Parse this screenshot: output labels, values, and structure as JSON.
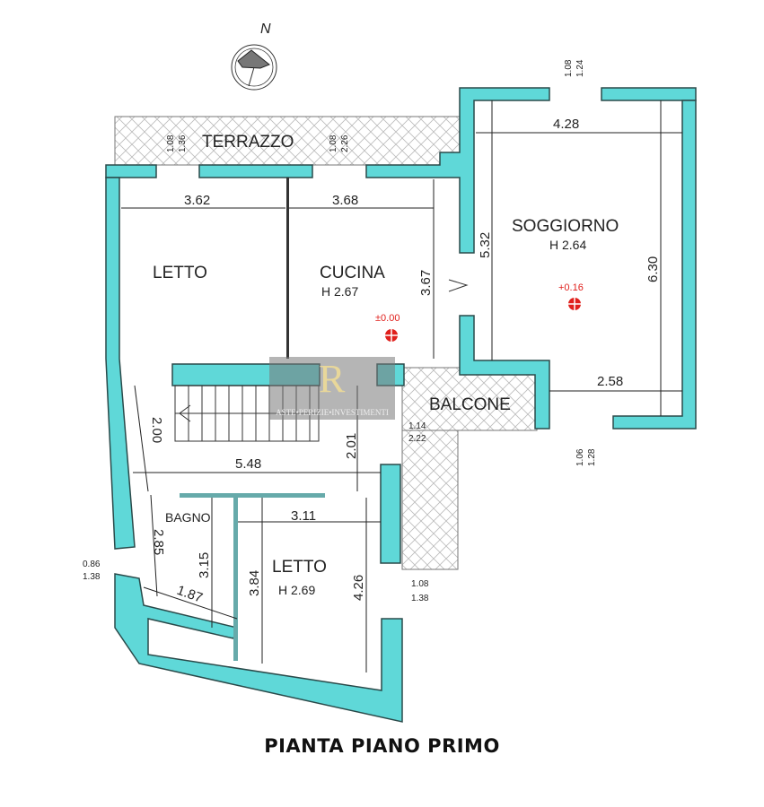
{
  "compass": {
    "label": "N"
  },
  "rooms": {
    "terrazzo": "TERRAZZO",
    "letto_1": "LETTO",
    "cucina": "CUCINA",
    "cucina_h": "H 2.67",
    "soggiorno": "SOGGIORNO",
    "soggiorno_h": "H 2.64",
    "balcone": "BALCONE",
    "bagno": "BAGNO",
    "letto_2": "LETTO",
    "letto_2_h": "H 2.69"
  },
  "levels": {
    "cucina": "±0.00",
    "soggiorno": "+0.16"
  },
  "dimensions": {
    "letto_w": "3.62",
    "cucina_w": "3.68",
    "cucina_d": "3.67",
    "sogg_w": "4.28",
    "sogg_d1": "5.32",
    "sogg_d2": "6.30",
    "sogg_w2": "2.58",
    "stair_d": "2.00",
    "corr_w": "5.48",
    "corr_d": "2.01",
    "bagno_d": "2.85",
    "bagno_d2": "3.15",
    "bagno_diag": "1.87",
    "letto2_w": "3.11",
    "letto2_d1": "3.84",
    "letto2_d2": "4.26"
  },
  "windows": {
    "w1": [
      "1.08",
      "1.36"
    ],
    "w2": [
      "1.08",
      "2.26"
    ],
    "w3": [
      "1.08",
      "1.24"
    ],
    "w4": [
      "1.06",
      "1.28"
    ],
    "w5": [
      "1.14",
      "2.22"
    ],
    "w6": [
      "0.86",
      "1.38"
    ],
    "w7": [
      "1.08",
      "1.38"
    ]
  },
  "watermark": {
    "logo": "R",
    "text": "ASTE•PERIZIE•INVESTIMENTI"
  },
  "title": "PIANTA PIANO PRIMO",
  "colors": {
    "wall": "#5fd8d8",
    "marker": "#e0201c"
  }
}
